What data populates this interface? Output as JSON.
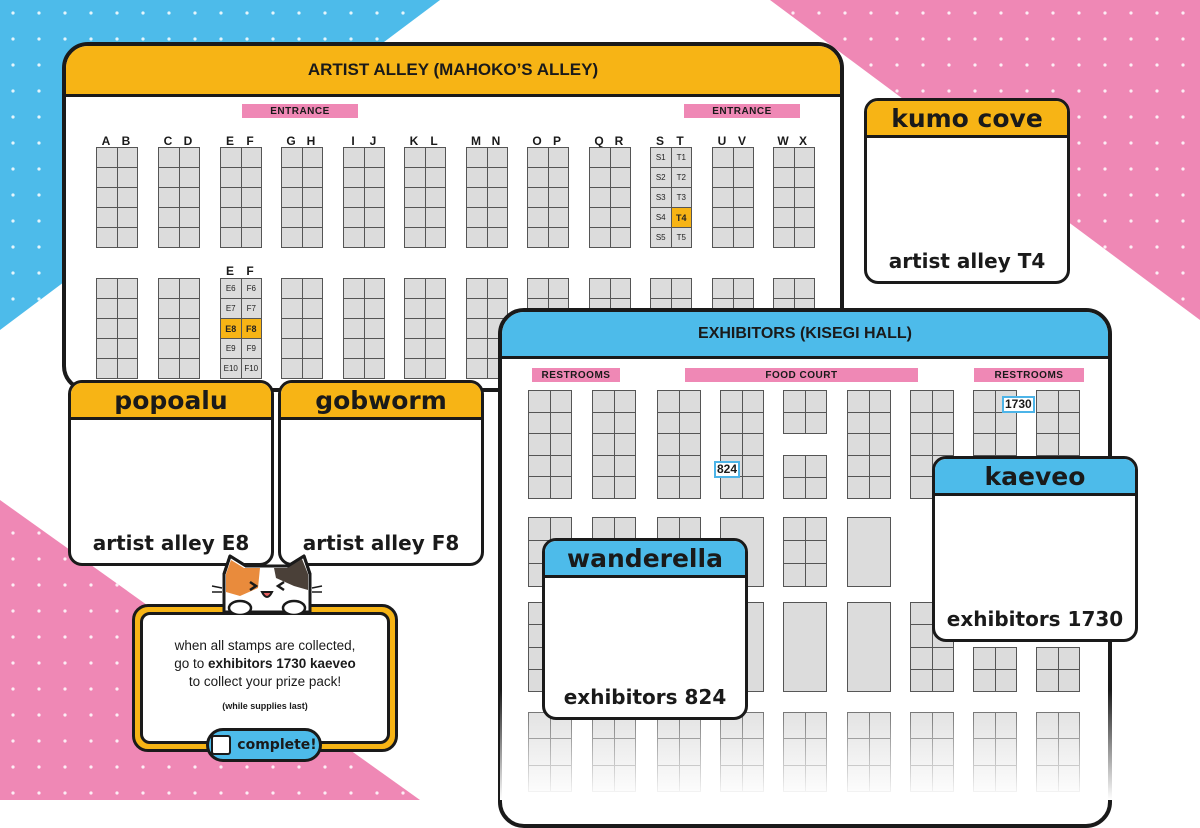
{
  "colors": {
    "yellow": "#f7b415",
    "blue": "#4dbbea",
    "pink": "#ef88b5",
    "booth": "#dcdcdc",
    "ink": "#1a1a1a"
  },
  "artist_alley": {
    "title": "ARTIST ALLEY (MAHOKO’S ALLEY)",
    "entrance_left": "ENTRANCE",
    "entrance_right": "ENTRANCE",
    "column_labels": [
      "A",
      "B",
      "C",
      "D",
      "E",
      "F",
      "G",
      "H",
      "I",
      "J",
      "K",
      "L",
      "M",
      "N",
      "O",
      "P",
      "Q",
      "R",
      "S",
      "T",
      "U",
      "V",
      "W",
      "X"
    ],
    "st_booths": [
      "S1",
      "T1",
      "S2",
      "T2",
      "S3",
      "T3",
      "S4",
      "T4",
      "S5",
      "T5"
    ],
    "ef_lower_labels": [
      "E",
      "F"
    ],
    "ef_booths": [
      "E6",
      "F6",
      "E7",
      "F7",
      "E8",
      "F8",
      "E9",
      "F9",
      "E10",
      "F10"
    ],
    "highlighted": [
      "T4",
      "E8",
      "F8"
    ]
  },
  "exhibitors": {
    "title": "EXHIBITORS (KISEGI HALL)",
    "restrooms_left": "RESTROOMS",
    "food_court": "FOOD COURT",
    "restrooms_right": "RESTROOMS",
    "booth_824": "824",
    "booth_1730": "1730"
  },
  "stamps": [
    {
      "name": "kumo cove",
      "location": "artist alley T4",
      "color": "yellow"
    },
    {
      "name": "popoalu",
      "location": "artist alley E8",
      "color": "yellow"
    },
    {
      "name": "gobworm",
      "location": "artist alley F8",
      "color": "yellow"
    },
    {
      "name": "wanderella",
      "location": "exhibitors 824",
      "color": "blue"
    },
    {
      "name": "kaeveo",
      "location": "exhibitors 1730",
      "color": "blue"
    }
  ],
  "prize": {
    "line1": "when all stamps are collected,",
    "line2_pre": "go to ",
    "line2_bold": "exhibitors 1730 kaeveo",
    "line3": "to collect your prize pack!",
    "note": "(while supplies last)",
    "button": "complete!"
  }
}
